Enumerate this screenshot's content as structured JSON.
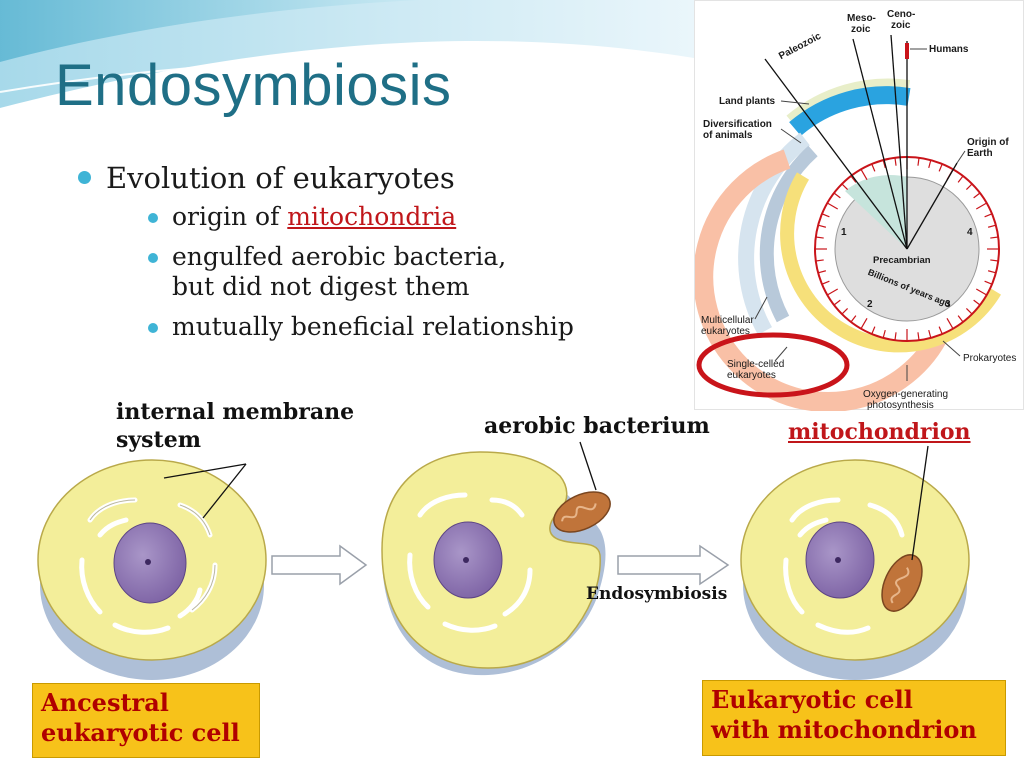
{
  "slide": {
    "title": "Endosymbiosis",
    "bullets": [
      {
        "text": "Evolution of eukaryotes",
        "sub": [
          {
            "prefix": "origin of ",
            "highlight": "mitochondria"
          },
          {
            "line1": "engulfed aerobic bacteria,",
            "line2": "but did not digest them"
          },
          {
            "text": "mutually beneficial relationship"
          }
        ]
      }
    ]
  },
  "diagram": {
    "labels": {
      "internal_membrane_1": "internal membrane",
      "internal_membrane_2": "system",
      "aerobic_bacterium": "aerobic bacterium",
      "mitochondrion": "mitochondrion",
      "endosymbiosis": "Endosymbiosis"
    },
    "captions": {
      "ancestral_1": "Ancestral",
      "ancestral_2": "eukaryotic cell",
      "eukaryotic_1": "Eukaryotic cell",
      "eukaryotic_2": "with mitochondrion"
    }
  },
  "clock": {
    "labels": {
      "paleozoic": "Paleozoic",
      "mesozoic_1": "Meso-",
      "mesozoic_2": "zoic",
      "cenozoic_1": "Ceno-",
      "cenozoic_2": "zoic",
      "humans": "Humans",
      "land_plants": "Land plants",
      "diversification_1": "Diversification",
      "diversification_2": "of animals",
      "origin_1": "Origin of",
      "origin_2": "Earth",
      "precambrian": "Precambrian",
      "billions": "Billions of years ago",
      "multicellular_1": "Multicellular",
      "multicellular_2": "eukaryotes",
      "single_celled_1": "Single-celled",
      "single_celled_2": "eukaryotes",
      "prokaryotes": "Prokaryotes",
      "oxygen_1": "Oxygen-generating",
      "oxygen_2": "photosynthesis",
      "n1": "1",
      "n2": "2",
      "n3": "3",
      "n4": "4"
    }
  },
  "colors": {
    "title": "#1f6f86",
    "bullet": "#3fb4d6",
    "highlight": "#c0161a",
    "cell_fill": "#f3ee9a",
    "cell_edge": "#b9c9dc",
    "nucleus": "#8d74b0",
    "mitochondrion": "#c0743a",
    "caption_bg": "#f7c21a",
    "caption_text": "#b00000",
    "clock_circle": "#c9141a"
  }
}
